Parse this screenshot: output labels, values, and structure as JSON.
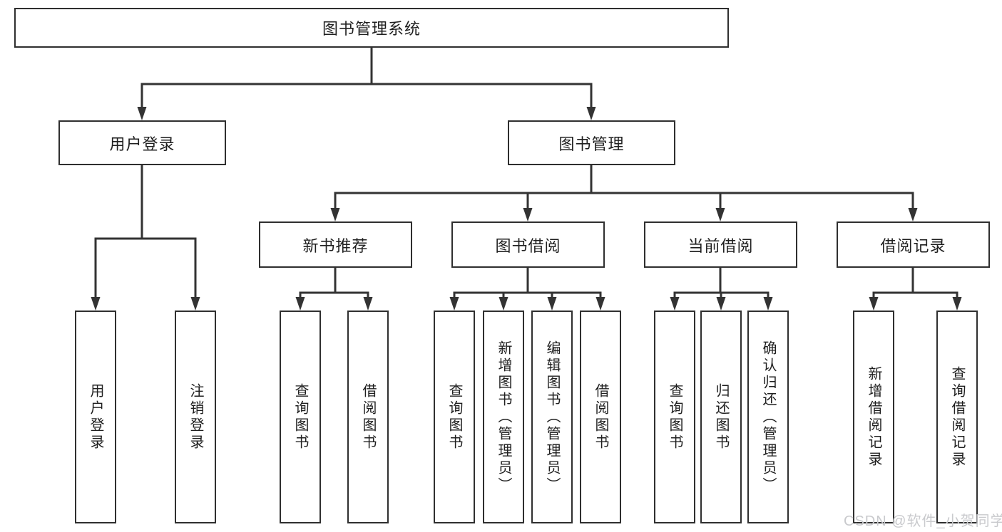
{
  "diagram": {
    "root": {
      "label": "图书管理系统"
    },
    "branches": [
      {
        "label": "用户登录",
        "children": [
          {
            "label": "用户登录"
          },
          {
            "label": "注销登录"
          }
        ]
      },
      {
        "label": "图书管理",
        "children": [
          {
            "label": "新书推荐",
            "children": [
              {
                "label": "查询图书"
              },
              {
                "label": "借阅图书"
              }
            ]
          },
          {
            "label": "图书借阅",
            "children": [
              {
                "label": "查询图书"
              },
              {
                "label": "新增图书（管理员）"
              },
              {
                "label": "编辑图书（管理员）"
              },
              {
                "label": "借阅图书"
              }
            ]
          },
          {
            "label": "当前借阅",
            "children": [
              {
                "label": "查询图书"
              },
              {
                "label": "归还图书"
              },
              {
                "label": "确认归还（管理员）"
              }
            ]
          },
          {
            "label": "借阅记录",
            "children": [
              {
                "label": "新增借阅记录"
              },
              {
                "label": "查询借阅记录"
              }
            ]
          }
        ]
      }
    ]
  },
  "watermark": {
    "text": "CSDN @软件_小贺同学"
  },
  "colors": {
    "line": "#333333",
    "border": "#2f2f2f",
    "fill": "#ffffff",
    "text": "#1f1f1f",
    "watermark": "#c9cacd",
    "background": "#ffffff"
  }
}
